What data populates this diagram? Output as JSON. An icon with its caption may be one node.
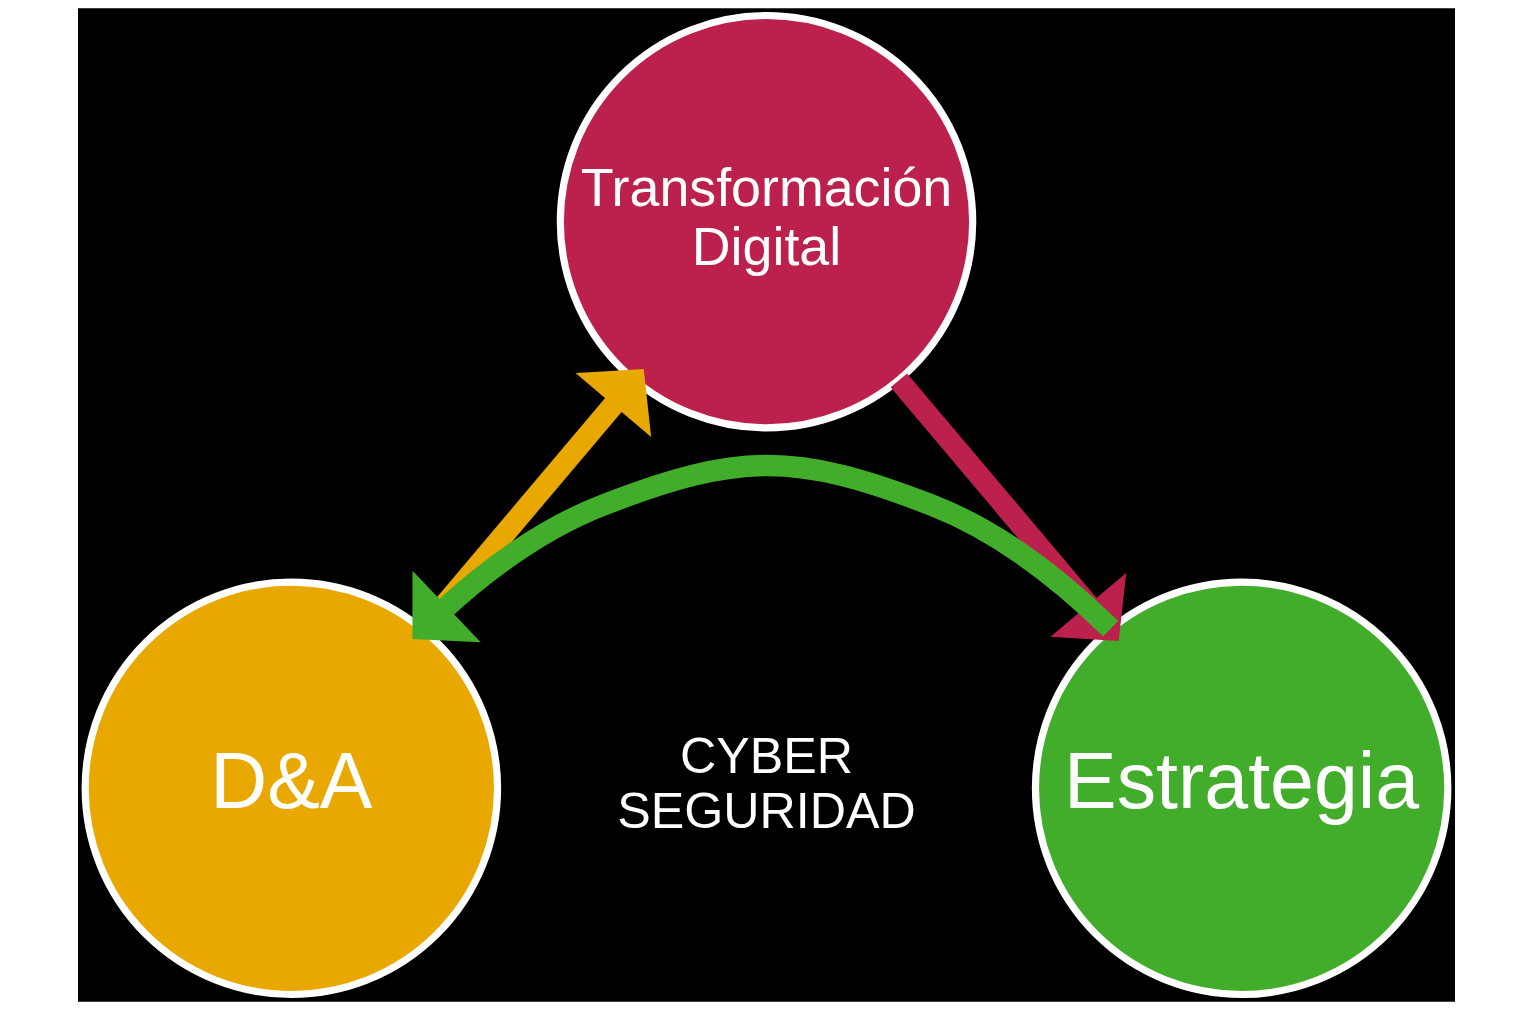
{
  "diagram": {
    "nodes": [
      {
        "text": [
          "Transformación Digital"
        ]
      },
      {
        "text": [
          "D&A"
        ]
      },
      {
        "text": [
          "Estrategia"
        ]
      }
    ],
    "edges": [
      {
        "from": 1,
        "to": 0,
        "arrow": "to",
        "color": "#e9a800"
      },
      {
        "from": 0,
        "to": 2,
        "arrow": "to",
        "color": "#bc214d"
      },
      {
        "from": 2,
        "to": 1,
        "arrow": "to",
        "color": "#42ad2b"
      }
    ],
    "labels": [
      "CYBER SEGURIDAD"
    ]
  }
}
